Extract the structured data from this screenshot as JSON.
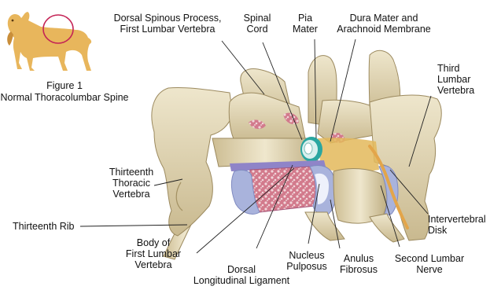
{
  "figure": {
    "number": "Figure 1",
    "caption": "Normal Thoracolumbar Spine"
  },
  "labels": {
    "dorsal_spinous_process": [
      "Dorsal Spinous Process,",
      "First Lumbar Vertebra"
    ],
    "spinal_cord": [
      "Spinal",
      "Cord"
    ],
    "pia_mater": [
      "Pia",
      "Mater"
    ],
    "dura_mater": [
      "Dura Mater and",
      "Arachnoid Membrane"
    ],
    "third_lumbar": [
      "Third",
      "Lumbar",
      "Vertebra"
    ],
    "thirteenth_thoracic": [
      "Thirteenth",
      "Thoracic",
      "Vertebra"
    ],
    "thirteenth_rib": "Thirteenth Rib",
    "body_first_lumbar": [
      "Body of",
      "First Lumbar",
      "Vertebra"
    ],
    "dorsal_ligament": [
      "Dorsal",
      "Longitudinal Ligament"
    ],
    "nucleus_pulposus": [
      "Nucleus",
      "Pulposus"
    ],
    "anulus_fibrosus": [
      "Anulus",
      "Fibrosus"
    ],
    "second_lumbar_nerve": [
      "Second Lumbar",
      "Nerve"
    ],
    "intervertebral_disk": [
      "Intervertebral",
      "Disk"
    ]
  },
  "colors": {
    "bone": "#e2d8b8",
    "bone_shade": "#b9a77c",
    "bone_dark": "#8e7d55",
    "marrow": "#c6637a",
    "disk_blue": "#a9b3dc",
    "disk_core": "#dfe4f6",
    "cord_teal": "#2aa6a0",
    "dura_gold": "#e3b85a",
    "dog": "#e8b65c",
    "dog_circle": "#c42355",
    "leader": "#222222"
  }
}
